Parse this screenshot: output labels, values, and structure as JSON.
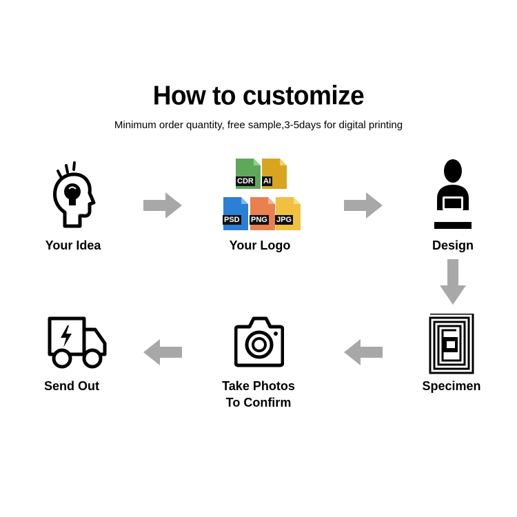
{
  "header": {
    "title": "How to customize",
    "subtitle": "Minimum order quantity, free sample,3-5days for digital printing"
  },
  "steps": [
    {
      "label": "Your Idea",
      "icon": "head-lightbulb-icon"
    },
    {
      "label": "Your Logo",
      "icon": "file-formats-icon"
    },
    {
      "label": "Design",
      "icon": "designer-laptop-icon"
    },
    {
      "label": "Specimen",
      "icon": "nfc-chip-icon"
    },
    {
      "label": "Take Photos",
      "label2": "To Confirm",
      "icon": "camera-icon"
    },
    {
      "label": "Send Out",
      "icon": "delivery-truck-icon"
    }
  ],
  "file_formats": [
    {
      "label": "CDR",
      "color": "#5fa85a"
    },
    {
      "label": "AI",
      "color": "#d9a520"
    },
    {
      "label": "PSD",
      "color": "#2b7fd4"
    },
    {
      "label": "PNG",
      "color": "#e8804f"
    },
    {
      "label": "JPG",
      "color": "#f0c040"
    }
  ],
  "colors": {
    "arrow": "#a8a8a8",
    "text": "#000000"
  }
}
